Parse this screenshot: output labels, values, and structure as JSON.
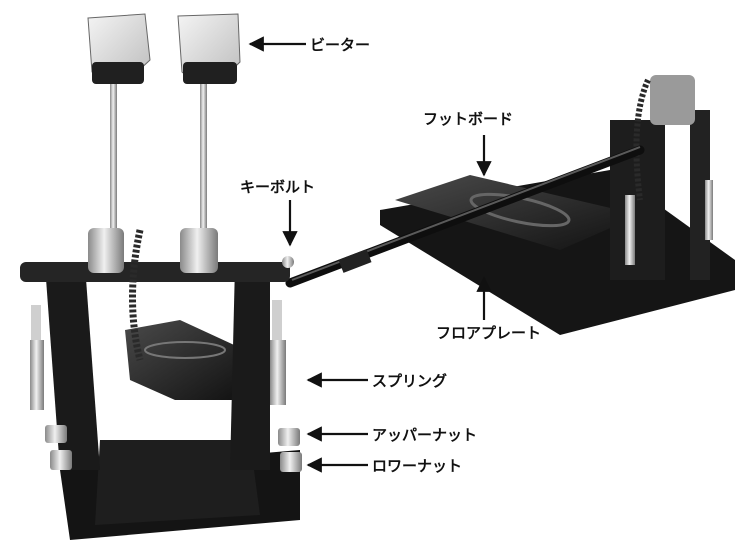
{
  "labels": {
    "beater": "ビーター",
    "footboard": "フットボード",
    "key_bolt": "キーボルト",
    "floor_plate": "フロアプレート",
    "spring": "スプリング",
    "upper_nut": "アッパーナット",
    "lower_nut": "ロワーナット"
  },
  "colors": {
    "metal_dark": "#1a1a1a",
    "metal_mid": "#3a3a3a",
    "chrome": "#c8c8c8",
    "beater_felt": "#dcdcdc",
    "label_text": "#111111"
  }
}
